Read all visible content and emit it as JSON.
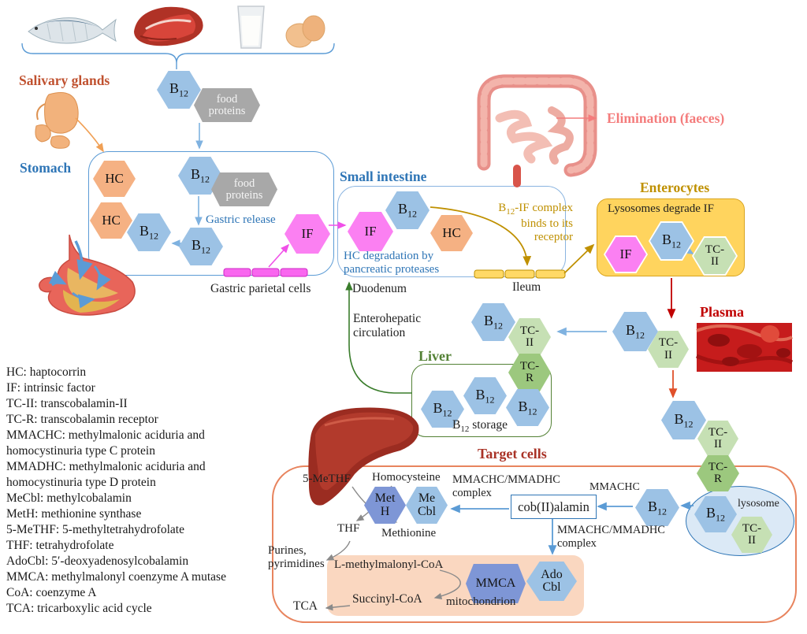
{
  "hex_labels": {
    "b12_main": "B",
    "b12_sub": "12",
    "hc": "HC",
    "if": "IF",
    "tc2_l1": "TC-",
    "tc2_l2": "II",
    "tcr_l1": "TC-",
    "tcr_l2": "R",
    "food_l1": "food",
    "food_l2": "proteins",
    "meth_l1": "Met",
    "meth_l2": "H",
    "mecbl_l1": "Me",
    "mecbl_l2": "Cbl",
    "adocbl_l1": "Ado",
    "adocbl_l2": "Cbl",
    "mmca": "MMCA"
  },
  "section_labels": {
    "salivary_glands": "Salivary glands",
    "stomach": "Stomach",
    "small_intestine": "Small intestine",
    "elimination": "Elimination (faeces)",
    "enterocytes": "Enterocytes",
    "plasma": "Plasma",
    "liver": "Liver",
    "target_cells": "Target cells"
  },
  "annotations": {
    "gastric_release": "Gastric release",
    "gastric_parietal_cells": "Gastric parietal cells",
    "hc_degradation_l1": "HC degradation by",
    "hc_degradation_l2": "pancreatic proteases",
    "b12if_pre": "B",
    "b12if_sub": "12",
    "b12if_post": "-IF complex",
    "b12if_l2": "binds to its",
    "b12if_l3": "receptor",
    "duodenum": "Duodenum",
    "ileum": "Ileum",
    "enterohepatic_l1": "Enterohepatic",
    "enterohepatic_l2": "circulation",
    "lysosomes_degrade_if": "Lysosomes degrade IF",
    "b12_storage_pre": "B",
    "b12_storage_sub": "12",
    "b12_storage_post": " storage",
    "five_methf": "5-MeTHF",
    "homocysteine": "Homocysteine",
    "methionine": "Methionine",
    "thf": "THF",
    "purines_l1": "Purines,",
    "purines_l2": "pyrimidines",
    "mmachc_mmadhc": "MMACHC/MMADHC",
    "complex": "complex",
    "cob2alamin": "cob(II)alamin",
    "mmachc": "MMACHC",
    "lysosome": "lysosome",
    "l_methylmalonyl_coa": "L-methylmalonyl-CoA",
    "succinyl_coa": "Succinyl-CoA",
    "mitochondrion": "mitochondrion",
    "tca": "TCA"
  },
  "legend": {
    "lines": [
      "HC: haptocorrin",
      "IF:  intrinsic factor",
      "TC-II:  transcobalamin-II",
      "TC-R: transcobalamin receptor",
      "MMACHC: methylmalonic aciduria and",
      "homocystinuria type C protein",
      "MMADHC: methylmalonic aciduria and",
      "homocystinuria type D protein",
      "MeCbl: methylcobalamin",
      "MetH: methionine synthase",
      "5-MeTHF: 5-methyltetrahydrofolate",
      "THF: tetrahydrofolate",
      "AdoCbl: 5′-deoxyadenosylcobalamin",
      "MMCA: methylmalonyl coenzyme A mutase",
      "CoA: coenzyme A",
      "TCA: tricarboxylic acid cycle"
    ]
  },
  "colors": {
    "b12_hex": "#9cc2e5",
    "hc_hex": "#f5b183",
    "food_proteins_hex": "#a8a8a8",
    "if_hex": "#fb80f2",
    "tc2_hex": "#c6e0b4",
    "tcr_hex": "#9cc87e",
    "meth_mmca_hex": "#7e96d6",
    "blue_text": "#2e75b6",
    "golden_text": "#bf9000",
    "plasma_red": "#c00000",
    "liver_green": "#538135",
    "salmon_text": "#f47c7c",
    "salivary_orange": "#c0512f",
    "target_red": "#a93226",
    "enterocytes_fill": "#ffd45e",
    "mitochondrion_fill": "#fad7c0",
    "lysosome_fill": "#dbe9f6"
  }
}
